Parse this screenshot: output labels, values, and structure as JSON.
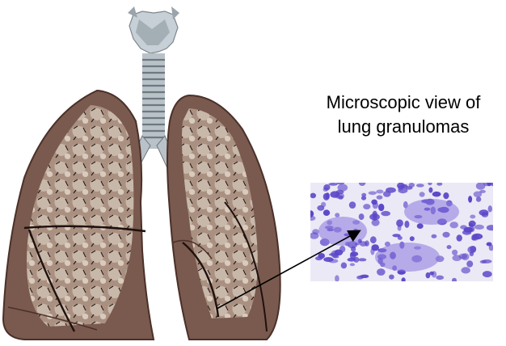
{
  "caption": {
    "line1": "Microscopic view of",
    "line2": "lung granulomas"
  },
  "illustration": {
    "subject": "human-lungs-with-trachea",
    "colors": {
      "lung_tissue": "#7a5a4e",
      "lung_light": "#b39d8e",
      "lung_dark": "#4a3029",
      "trachea": "#b8c2c8",
      "micrograph_bg": "#ece9f6",
      "cell_nuclei": "#5a46c8"
    }
  },
  "annotation": {
    "type": "arrow",
    "points_to": "micrograph"
  }
}
